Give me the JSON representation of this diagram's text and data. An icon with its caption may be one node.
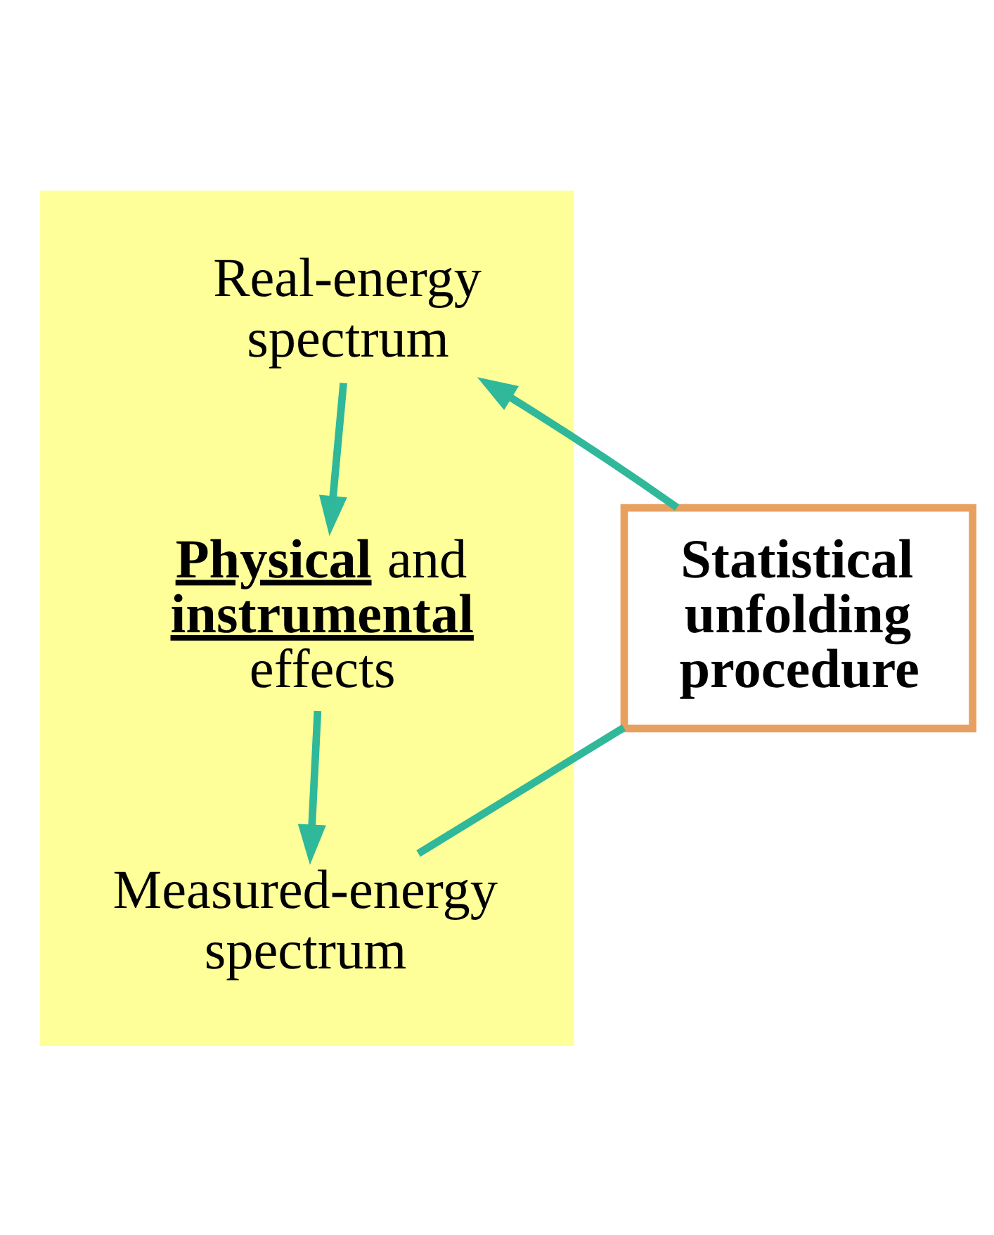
{
  "diagram": {
    "nodes": [
      {
        "text": [],
        "shape": "box"
      },
      {
        "text": [
          "Real-energy spectrum"
        ],
        "in": 0
      },
      {
        "text": [
          "**Physical** and **instrumental** effects"
        ],
        "in": 0
      },
      {
        "text": [
          "Measured-energy spectrum"
        ],
        "in": 0
      },
      {
        "text": [
          "Statistical unfolding procedure"
        ]
      }
    ],
    "edges": [
      {
        "from": 1,
        "to": 2,
        "arrow": "to"
      },
      {
        "from": 2,
        "to": 3,
        "arrow": "to"
      },
      {
        "from": 3,
        "to": 4,
        "arrow": "none"
      },
      {
        "from": 4,
        "to": 1,
        "arrow": "to"
      }
    ]
  }
}
